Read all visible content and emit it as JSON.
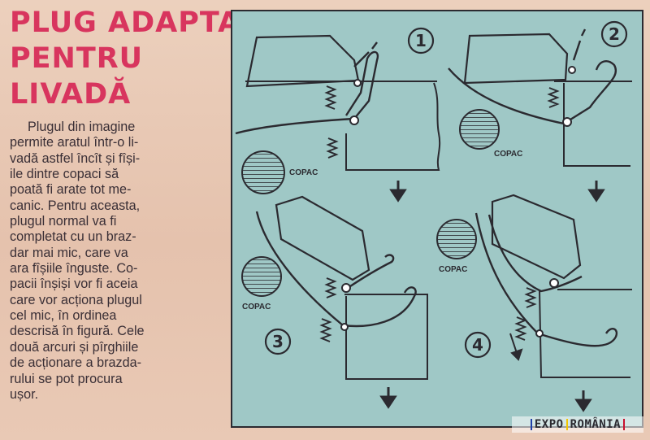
{
  "article": {
    "title_lines": [
      "PLUG ADAPTAT",
      "PENTRU",
      "LIVADĂ"
    ],
    "body_lines": [
      "Plugul din imagine",
      "permite aratul într-o li-",
      "vadă astfel încît și fîși-",
      "ile dintre copaci să",
      "poată fi arate tot me-",
      "canic. Pentru aceasta,",
      "plugul normal va fi",
      "completat cu un braz-",
      "dar mai mic, care va",
      "ara fîșiile înguste. Co-",
      "pacii înșiși vor fi aceia",
      "care vor acționa plugul",
      "cel mic, în ordinea",
      "descrisă în figură. Cele",
      "două arcuri și pîrghiile",
      "de acționare a brazda-",
      "rului se pot procura",
      "ușor."
    ]
  },
  "figure": {
    "panels": [
      {
        "number": "1",
        "tree_label": "COPAC"
      },
      {
        "number": "2",
        "tree_label": "COPAC"
      },
      {
        "number": "3",
        "tree_label": "COPAC"
      },
      {
        "number": "4",
        "tree_label": "COPAC"
      }
    ]
  },
  "watermark": {
    "left": "EXPO",
    "right": "ROMÂNIA",
    "colors": [
      "#1f3fa8",
      "#f2c500",
      "#c8102e"
    ]
  }
}
